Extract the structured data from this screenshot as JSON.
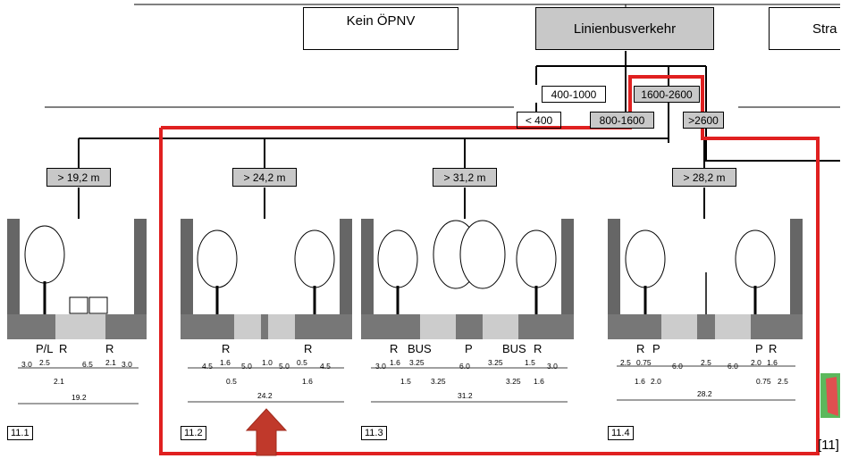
{
  "top_boxes": {
    "kein_oepnv": "Kein ÖPNV",
    "linienbus": "Linienbusverkehr",
    "strassenbahn": "Stra"
  },
  "ranges": {
    "r400_1000": "400-1000",
    "r1600_2600": "1600-2600",
    "rlt400": "< 400",
    "r800_1600": "800-1600",
    "rgt2600": ">2600"
  },
  "widths": [
    "> 19,2 m",
    "> 24,2 m",
    "> 31,2 m",
    "> 28,2 m"
  ],
  "sections": [
    {
      "code": "11.1",
      "lane_labels": [
        "P/L",
        "R",
        "R"
      ],
      "dims": [
        "3.0",
        "2.5",
        "6.5",
        "2.1",
        "3.0"
      ],
      "sub_dims": [
        "2.1"
      ],
      "total": "19.2"
    },
    {
      "code": "11.2",
      "lane_labels": [
        "R",
        "R"
      ],
      "dims": [
        "4.5",
        "1.6",
        "5.0",
        "1.0",
        "5.0",
        "0.5",
        "4.5"
      ],
      "sub_dims": [
        "0.5",
        "1.6"
      ],
      "total": "24.2"
    },
    {
      "code": "11.3",
      "lane_labels": [
        "R",
        "BUS",
        "P",
        "BUS",
        "R"
      ],
      "dims": [
        "3.0",
        "1.6",
        "3.25",
        "6.0",
        "3.25",
        "1.5",
        "3.0"
      ],
      "sub_dims": [
        "1.5",
        "3.25",
        "3.25",
        "1.6"
      ],
      "total": "31.2"
    },
    {
      "code": "11.4",
      "lane_labels": [
        "R",
        "P",
        "P",
        "R"
      ],
      "dims": [
        "2.5",
        "0.75",
        "6.0",
        "2.5",
        "6.0",
        "2.0",
        "1.6"
      ],
      "sub_dims": [
        "1.6",
        "2.0",
        "0.75",
        "2.5"
      ],
      "total": "28.2"
    }
  ],
  "citation": "[11]",
  "colors": {
    "highlight": "#e02020",
    "arrow": "#c0392b",
    "shade": "#c8c8c8"
  }
}
